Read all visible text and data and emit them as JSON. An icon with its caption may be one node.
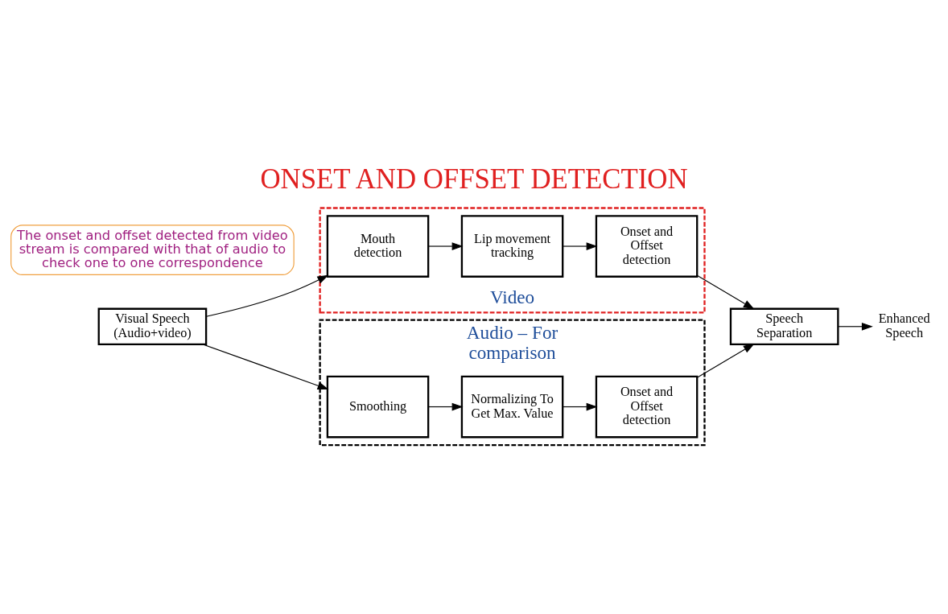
{
  "diagram": {
    "title": "ONSET AND OFFSET DETECTION",
    "nodes": [
      {
        "text": [
          "Video"
        ]
      },
      {
        "text": [
          "Mouth detection"
        ],
        "in": 0
      },
      {
        "text": [
          "Lip movement tracking"
        ],
        "in": 0
      },
      {
        "text": [
          "Onset and Offset detection"
        ],
        "in": 0
      },
      {
        "text": [
          "Audio – For comparison"
        ]
      },
      {
        "text": [
          "Smoothing"
        ],
        "in": 4
      },
      {
        "text": [
          "Normalizing To Get Max. Value"
        ],
        "in": 4
      },
      {
        "text": [
          "Onset and Offset detection"
        ],
        "in": 4
      },
      {
        "text": [
          "Visual Speech (Audio+video)"
        ]
      },
      {
        "text": [
          "The onset and offset detected from video stream is compared with that of audio to check one to one correspondence"
        ]
      },
      {
        "text": [
          "Speech Separation"
        ]
      },
      {
        "text": [
          "Enhanced Speech"
        ]
      }
    ],
    "edges": [
      {
        "from": 8,
        "to": 1,
        "arrow": "to"
      },
      {
        "from": 8,
        "to": 5,
        "arrow": "to"
      },
      {
        "from": 1,
        "to": 2,
        "arrow": "to"
      },
      {
        "from": 2,
        "to": 3,
        "arrow": "to"
      },
      {
        "from": 3,
        "to": 10,
        "arrow": "to"
      },
      {
        "from": 5,
        "to": 6,
        "arrow": "to"
      },
      {
        "from": 6,
        "to": 7,
        "arrow": "to"
      },
      {
        "from": 7,
        "to": 10,
        "arrow": "to"
      },
      {
        "from": 10,
        "to": 11,
        "arrow": "to"
      }
    ]
  }
}
